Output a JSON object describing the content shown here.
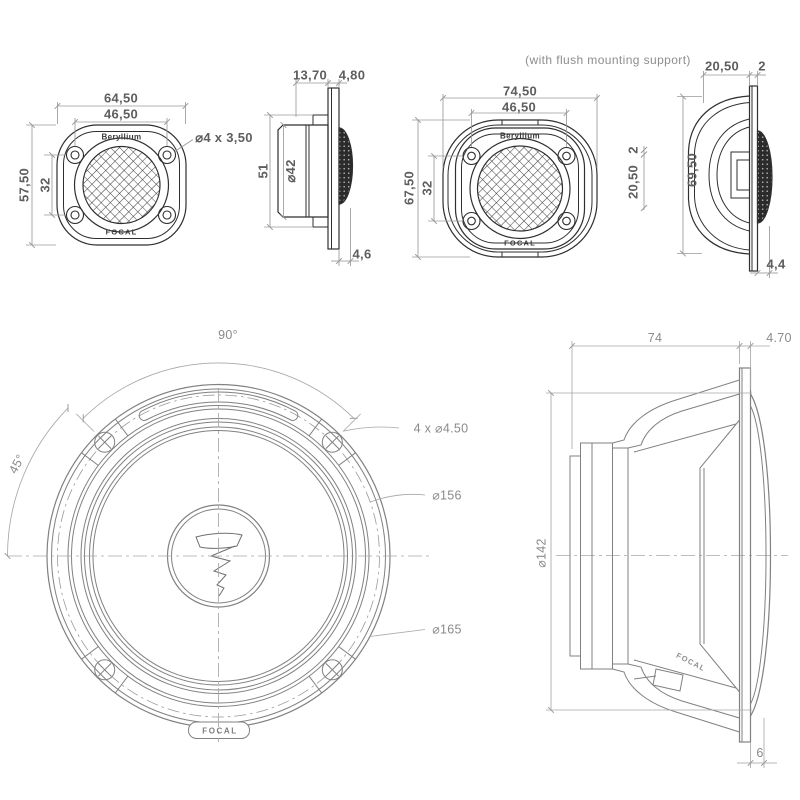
{
  "note": "(with flush mounting support)",
  "colors": {
    "background": "#ffffff",
    "tweeter_linework": "#2f2f2f",
    "woofer_linework": "#818181",
    "dimension_lines": "#9a9a9a",
    "dimension_text_top": "#5e5e5e",
    "dimension_text_bottom": "#8a8a8a"
  },
  "tweeter_front": {
    "outer_width": "64,50",
    "hole_span_width": "46,50",
    "outer_height": "57,50",
    "hole_span_height": "32",
    "hole_callout": "⌀4 x 3,50",
    "dome_material": "Beryllium",
    "brand": "FOCAL"
  },
  "tweeter_side": {
    "mount_depth": "13,70",
    "flange_thickness": "4,80",
    "body_diameter": "⌀42",
    "body_height": "51",
    "front_protrusion": "4,6"
  },
  "tweeter_flush_front": {
    "outer_width": "74,50",
    "hole_span_width": "46,50",
    "outer_height": "67,50",
    "hole_span_height": "32",
    "dome_material": "Beryllium",
    "brand": "FOCAL"
  },
  "flush_ring": {
    "thickness": "2",
    "depth": "20,50"
  },
  "tweeter_flush_side": {
    "mount_depth": "20,50",
    "flange_thickness": "2",
    "body_height": "69,50",
    "front_protrusion": "4,4"
  },
  "woofer_front": {
    "mount_hole_arc": "90°",
    "mount_hole_angle": "45°",
    "hole_callout": "4 x ⌀4.50",
    "inner_diameter": "⌀156",
    "outer_diameter": "⌀165",
    "brand": "FOCAL"
  },
  "woofer_side": {
    "mount_depth": "74",
    "flange_thickness": "4.70",
    "body_diameter": "⌀142",
    "front_protrusion": "6",
    "brand": "FOCAL"
  }
}
